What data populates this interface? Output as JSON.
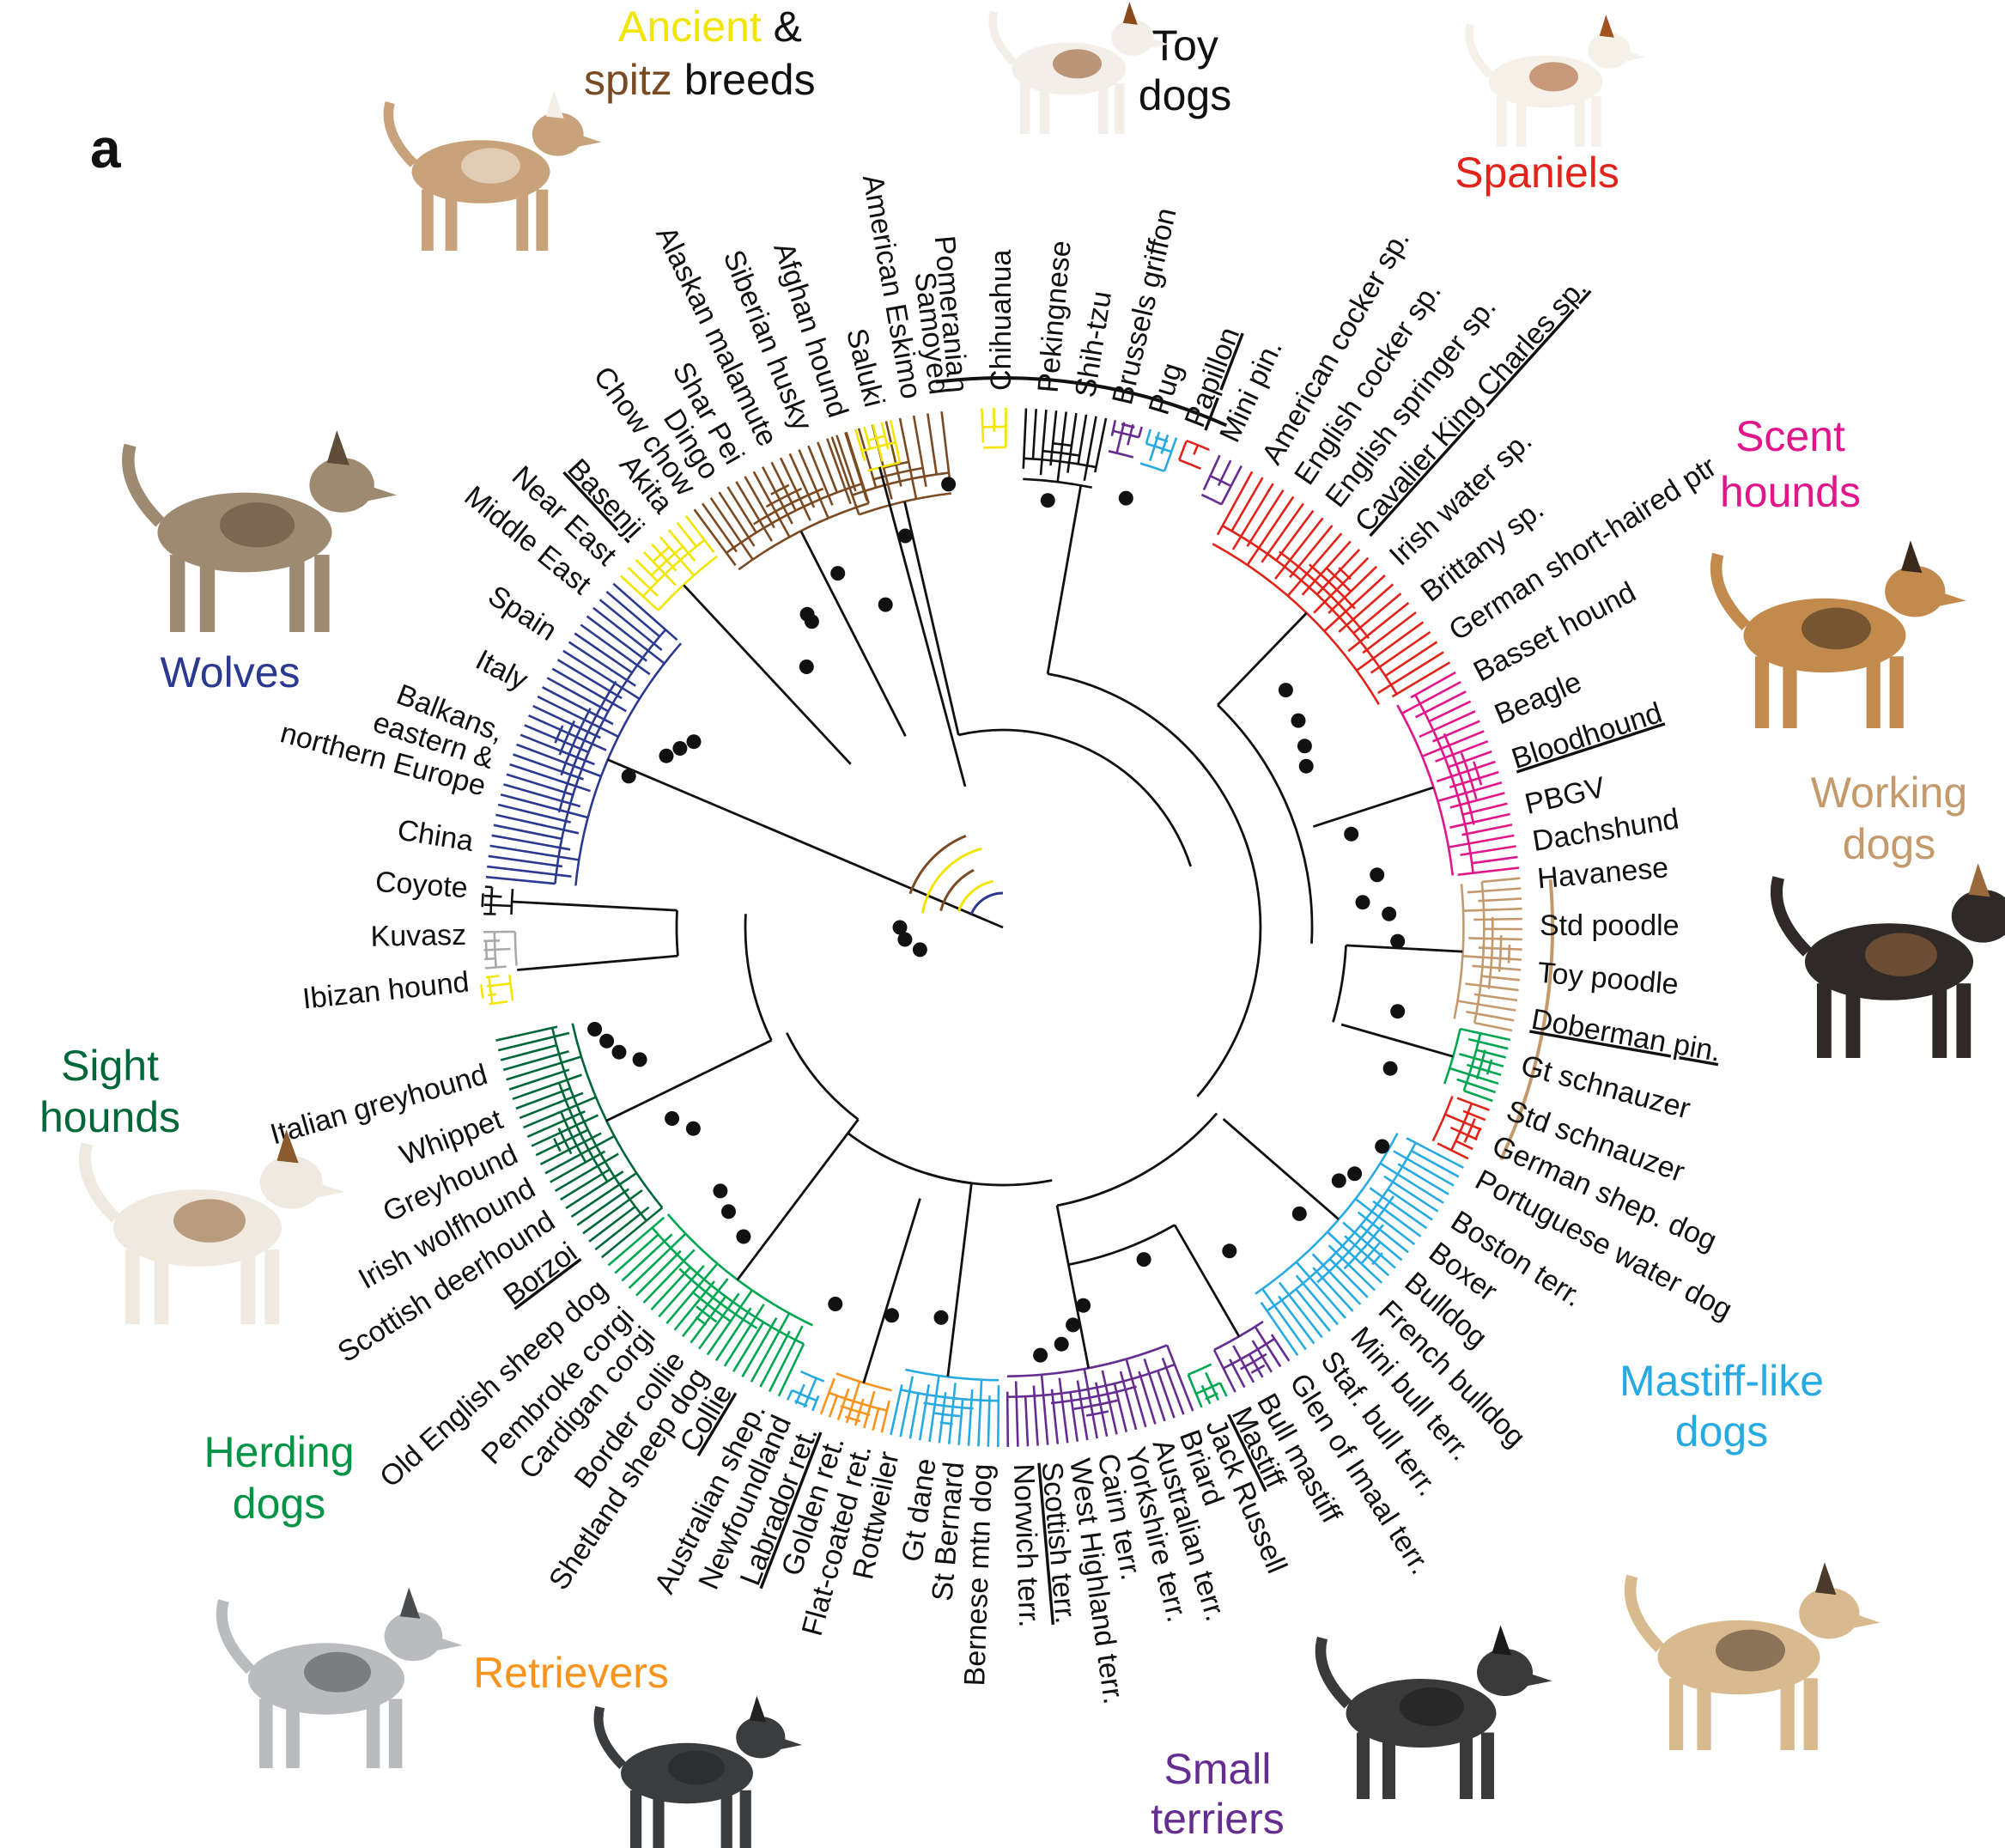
{
  "panel_label": "a",
  "group_titles": [
    {
      "key": "ancient",
      "parts": [
        {
          "text": "Ancient",
          "color": "#f2e500"
        },
        {
          "text": " & ",
          "color": "#111111"
        }
      ]
    },
    {
      "key": "ancient2",
      "parts": [
        {
          "text": "spitz",
          "color": "#7a4a22"
        },
        {
          "text": " breeds",
          "color": "#111111"
        }
      ]
    },
    {
      "key": "toy1",
      "parts": [
        {
          "text": "Toy",
          "color": "#111111"
        }
      ]
    },
    {
      "key": "toy2",
      "parts": [
        {
          "text": "dogs",
          "color": "#111111"
        }
      ]
    },
    {
      "key": "spaniels",
      "parts": [
        {
          "text": "Spaniels",
          "color": "#e2231a"
        }
      ]
    },
    {
      "key": "scent1",
      "parts": [
        {
          "text": "Scent",
          "color": "#e0168a"
        }
      ]
    },
    {
      "key": "scent2",
      "parts": [
        {
          "text": "hounds",
          "color": "#e0168a"
        }
      ]
    },
    {
      "key": "working1",
      "parts": [
        {
          "text": "Working",
          "color": "#c49a6c"
        }
      ]
    },
    {
      "key": "working2",
      "parts": [
        {
          "text": "dogs",
          "color": "#c49a6c"
        }
      ]
    },
    {
      "key": "wolves",
      "parts": [
        {
          "text": "Wolves",
          "color": "#2b3990"
        }
      ]
    },
    {
      "key": "sight1",
      "parts": [
        {
          "text": "Sight",
          "color": "#006838"
        }
      ]
    },
    {
      "key": "sight2",
      "parts": [
        {
          "text": "hounds",
          "color": "#006838"
        }
      ]
    },
    {
      "key": "mastiff1",
      "parts": [
        {
          "text": "Mastiff-like",
          "color": "#27aae1"
        }
      ]
    },
    {
      "key": "mastiff2",
      "parts": [
        {
          "text": "dogs",
          "color": "#27aae1"
        }
      ]
    },
    {
      "key": "herding1",
      "parts": [
        {
          "text": "Herding",
          "color": "#009444"
        }
      ]
    },
    {
      "key": "herding2",
      "parts": [
        {
          "text": "dogs",
          "color": "#009444"
        }
      ]
    },
    {
      "key": "retrievers",
      "parts": [
        {
          "text": "Retrievers",
          "color": "#f7941d"
        }
      ]
    },
    {
      "key": "terriers1",
      "parts": [
        {
          "text": "Small",
          "color": "#662d91"
        }
      ]
    },
    {
      "key": "terriers2",
      "parts": [
        {
          "text": "terriers",
          "color": "#662d91"
        }
      ]
    }
  ],
  "breed_labels": [
    {
      "text": "Pomeranian",
      "angle": -95,
      "underline": false
    },
    {
      "text": "Chihuahua",
      "angle": -90,
      "underline": false
    },
    {
      "text": "Pekingnese",
      "angle": -85,
      "underline": false
    },
    {
      "text": "Shih-tzu",
      "angle": -81,
      "underline": false
    },
    {
      "text": "Brussels griffon",
      "angle": -77,
      "underline": false
    },
    {
      "text": "Pug",
      "angle": -73,
      "underline": false
    },
    {
      "text": "Papillon",
      "angle": -69,
      "underline": true
    },
    {
      "text": "Mini pin.",
      "angle": -65,
      "underline": false
    },
    {
      "text": "American cocker sp.",
      "angle": -60,
      "underline": false
    },
    {
      "text": "English cocker sp.",
      "angle": -56,
      "underline": false
    },
    {
      "text": "English springer sp.",
      "angle": -52,
      "underline": false
    },
    {
      "text": "Cavalier King Charles sp.",
      "angle": -48,
      "underline": true
    },
    {
      "text": "Irish water sp.",
      "angle": -43,
      "underline": false
    },
    {
      "text": "Brittany sp.",
      "angle": -38,
      "underline": false
    },
    {
      "text": "German short-haired ptr",
      "angle": -33,
      "underline": false
    },
    {
      "text": "Basset hound",
      "angle": -28,
      "underline": false
    },
    {
      "text": "Beagle",
      "angle": -23,
      "underline": false
    },
    {
      "text": "Bloodhound",
      "angle": -18,
      "underline": true
    },
    {
      "text": "PBGV",
      "angle": -13,
      "underline": false
    },
    {
      "text": "Dachshund",
      "angle": -9,
      "underline": false
    },
    {
      "text": "Havanese",
      "angle": -5,
      "underline": false
    },
    {
      "text": "Std poodle",
      "angle": 0,
      "underline": false
    },
    {
      "text": "Toy poodle",
      "angle": 5,
      "underline": false
    },
    {
      "text": "Doberman pin.",
      "angle": 10,
      "underline": true
    },
    {
      "text": "Gt schnauzer",
      "angle": 15,
      "underline": false
    },
    {
      "text": "Std schnauzer",
      "angle": 20,
      "underline": false
    },
    {
      "text": "German shep. dog",
      "angle": 24,
      "underline": false
    },
    {
      "text": "Portuguese water dog",
      "angle": 28,
      "underline": false
    },
    {
      "text": "Boston terr.",
      "angle": 33,
      "underline": false
    },
    {
      "text": "Boxer",
      "angle": 37,
      "underline": false
    },
    {
      "text": "Bulldog",
      "angle": 41,
      "underline": false
    },
    {
      "text": "French bulldog",
      "angle": 45,
      "underline": false
    },
    {
      "text": "Mini bull terr.",
      "angle": 49,
      "underline": false
    },
    {
      "text": "Staf. bull terr.",
      "angle": 53,
      "underline": false
    },
    {
      "text": "Glen of Imaal terr.",
      "angle": 57,
      "underline": false
    },
    {
      "text": "Bull mastiff",
      "angle": 61,
      "underline": false
    },
    {
      "text": "Mastiff",
      "angle": 64,
      "underline": true
    },
    {
      "text": "Jack Russell",
      "angle": 67,
      "underline": false
    },
    {
      "text": "Briard",
      "angle": 70,
      "underline": false
    },
    {
      "text": "Australian terr.",
      "angle": 73,
      "underline": false
    },
    {
      "text": "Yorkshire terr.",
      "angle": 76,
      "underline": false
    },
    {
      "text": "Cairn terr.",
      "angle": 79,
      "underline": false
    },
    {
      "text": "West Highland terr.",
      "angle": 82,
      "underline": false
    },
    {
      "text": "Scottish terr.",
      "angle": 85,
      "underline": true
    },
    {
      "text": "Norwich terr.",
      "angle": 88,
      "underline": false
    },
    {
      "text": "Bernese mtn dog",
      "angle": 92,
      "underline": false
    },
    {
      "text": "St Bernard",
      "angle": 95,
      "underline": false
    },
    {
      "text": "Gt dane",
      "angle": 98,
      "underline": false
    },
    {
      "text": "Rottweiler",
      "angle": 102,
      "underline": false
    },
    {
      "text": "Flat-coated ret.",
      "angle": 105,
      "underline": false
    },
    {
      "text": "Golden ret.",
      "angle": 108,
      "underline": false
    },
    {
      "text": "Labrador ret.",
      "angle": 111,
      "underline": true
    },
    {
      "text": "Newfoundland",
      "angle": 114,
      "underline": false
    },
    {
      "text": "Australian shep.",
      "angle": 117,
      "underline": false
    },
    {
      "text": "Collie",
      "angle": 121,
      "underline": true
    },
    {
      "text": "Shetland sheep dog",
      "angle": 124,
      "underline": false
    },
    {
      "text": "Border collie",
      "angle": 127,
      "underline": false
    },
    {
      "text": "Cardigan corgi",
      "angle": 131,
      "underline": false
    },
    {
      "text": "Pembroke corgi",
      "angle": 134,
      "underline": false
    },
    {
      "text": "Old English sheep dog",
      "angle": 138,
      "underline": false
    },
    {
      "text": "Borzoi",
      "angle": 143,
      "underline": true
    },
    {
      "text": "Scottish deerhound",
      "angle": 147,
      "underline": false
    },
    {
      "text": "Irish wolfhound",
      "angle": 151,
      "underline": false
    },
    {
      "text": "Greyhound",
      "angle": 155,
      "underline": false
    },
    {
      "text": "Whippet",
      "angle": 159,
      "underline": false
    },
    {
      "text": "Italian greyhound",
      "angle": 164,
      "underline": false
    },
    {
      "text": "Ibizan hound",
      "angle": 174,
      "underline": false
    },
    {
      "text": "Kuvasz",
      "angle": 179,
      "underline": false
    },
    {
      "text": "Coyote",
      "angle": 184,
      "underline": false
    },
    {
      "text": "China",
      "angle": 189,
      "underline": false
    },
    {
      "text": "northern Europe",
      "angle": 195,
      "underline": false
    },
    {
      "text": "eastern &",
      "angle": 198,
      "underline": false
    },
    {
      "text": "Balkans,",
      "angle": 201,
      "underline": false
    },
    {
      "text": "Italy",
      "angle": 207,
      "underline": false
    },
    {
      "text": "Spain",
      "angle": 213,
      "underline": false
    },
    {
      "text": "Middle East",
      "angle": 219,
      "underline": false
    },
    {
      "text": "Near East",
      "angle": 223,
      "underline": false
    },
    {
      "text": "Basenji",
      "angle": 227,
      "underline": true
    },
    {
      "text": "Akita",
      "angle": 231,
      "underline": false
    },
    {
      "text": "Chow chow",
      "angle": 234,
      "underline": false
    },
    {
      "text": "Dingo",
      "angle": 237,
      "underline": false
    },
    {
      "text": "Shar Pei",
      "angle": 240,
      "underline": false
    },
    {
      "text": "Alaskan malamute",
      "angle": 244,
      "underline": false
    },
    {
      "text": "Siberian husky",
      "angle": 248,
      "underline": false
    },
    {
      "text": "Afghan hound",
      "angle": 252,
      "underline": false
    },
    {
      "text": "Saluki",
      "angle": 256,
      "underline": false
    },
    {
      "text": "American Eskimo",
      "angle": 260,
      "underline": false
    },
    {
      "text": "Samoyed",
      "angle": 263,
      "underline": false
    }
  ],
  "clades": [
    {
      "name": "spitz-top",
      "color": "#7a4a22",
      "start": -110,
      "end": -96,
      "inner": 1120,
      "leaves": 9
    },
    {
      "name": "chihuahua",
      "color": "#f2e500",
      "start": -93,
      "end": -89,
      "inner": 1230,
      "leaves": 3
    },
    {
      "name": "toy",
      "color": "#111111",
      "start": -88,
      "end": -78,
      "inner": 1150,
      "leaves": 9
    },
    {
      "name": "brussels",
      "color": "#662d91",
      "start": -78,
      "end": -74,
      "inner": 1250,
      "leaves": 4
    },
    {
      "name": "pug",
      "color": "#27aae1",
      "start": -74,
      "end": -70,
      "inner": 1240,
      "leaves": 4
    },
    {
      "name": "papillon",
      "color": "#e2231a",
      "start": -70,
      "end": -66,
      "inner": 1280,
      "leaves": 3
    },
    {
      "name": "minipin",
      "color": "#662d91",
      "start": -66,
      "end": -62,
      "inner": 1220,
      "leaves": 3
    },
    {
      "name": "spaniels",
      "color": "#e2231a",
      "start": -62,
      "end": -30,
      "inner": 1120,
      "leaves": 24
    },
    {
      "name": "scent",
      "color": "#e0168a",
      "start": -30,
      "end": -6,
      "inner": 1160,
      "leaves": 20
    },
    {
      "name": "working",
      "color": "#c49a6c",
      "start": -6,
      "end": 12,
      "inner": 1180,
      "leaves": 16
    },
    {
      "name": "schnauzer",
      "color": "#00a651",
      "start": 12,
      "end": 20,
      "inner": 1200,
      "leaves": 8
    },
    {
      "name": "schnauzer-red",
      "color": "#e2231a",
      "start": 20,
      "end": 27,
      "inner": 1230,
      "leaves": 6
    },
    {
      "name": "mastiff",
      "color": "#27aae1",
      "start": 27,
      "end": 56,
      "inner": 1140,
      "leaves": 26
    },
    {
      "name": "terrier-a",
      "color": "#662d91",
      "start": 56,
      "end": 64,
      "inner": 1210,
      "leaves": 7
    },
    {
      "name": "terrier-b",
      "color": "#00a651",
      "start": 64,
      "end": 68,
      "inner": 1240,
      "leaves": 4
    },
    {
      "name": "terrier-c",
      "color": "#662d91",
      "start": 68,
      "end": 90,
      "inner": 1150,
      "leaves": 20
    },
    {
      "name": "mountain",
      "color": "#27aae1",
      "start": 90,
      "end": 103,
      "inner": 1160,
      "leaves": 12
    },
    {
      "name": "retrievers",
      "color": "#f7941d",
      "start": 103,
      "end": 111,
      "inner": 1220,
      "leaves": 8
    },
    {
      "name": "newfoundland",
      "color": "#27aae1",
      "start": 111,
      "end": 115,
      "inner": 1250,
      "leaves": 4
    },
    {
      "name": "herding",
      "color": "#00a651",
      "start": 115,
      "end": 140,
      "inner": 1130,
      "leaves": 22
    },
    {
      "name": "sight",
      "color": "#006838",
      "start": 140,
      "end": 168,
      "inner": 1130,
      "leaves": 25
    },
    {
      "name": "ibizan",
      "color": "#f2e500",
      "start": 171,
      "end": 175,
      "inner": 1270,
      "leaves": 4
    },
    {
      "name": "kuvasz",
      "color": "#a7a9ac",
      "start": 175,
      "end": 180,
      "inner": 1250,
      "leaves": 5
    },
    {
      "name": "coyote",
      "color": "#111111",
      "start": 181,
      "end": 185,
      "inner": 1260,
      "leaves": 4
    },
    {
      "name": "wolves",
      "color": "#2b3990",
      "start": 185,
      "end": 222,
      "inner": 1100,
      "leaves": 32
    },
    {
      "name": "basenji",
      "color": "#f2e500",
      "start": 222,
      "end": 233,
      "inner": 1200,
      "leaves": 9
    },
    {
      "name": "spitz-left",
      "color": "#7a4a22",
      "start": 233,
      "end": 253,
      "inner": 1140,
      "leaves": 18
    },
    {
      "name": "saluki",
      "color": "#f2e500",
      "start": 253,
      "end": 258,
      "inner": 1220,
      "leaves": 5
    }
  ],
  "colors": {
    "ancient": "#f2e500",
    "spitz": "#7a4a22",
    "spaniels": "#e2231a",
    "scent": "#e0168a",
    "working": "#c49a6c",
    "wolves": "#2b3990",
    "sight": "#006838",
    "mastiff": "#27aae1",
    "herding": "#00a651",
    "retrievers": "#f7941d",
    "terriers": "#662d91",
    "backbone": "#111111"
  },
  "icons": [
    "basenji-dog-picture",
    "papillon-dog-picture",
    "cavalier-dog-picture",
    "wolf-picture",
    "bloodhound-dog-picture",
    "doberman-dog-picture",
    "borzoi-dog-picture",
    "mastiff-dog-picture",
    "collie-dog-picture",
    "labrador-dog-picture",
    "scottish-terrier-dog-picture"
  ]
}
